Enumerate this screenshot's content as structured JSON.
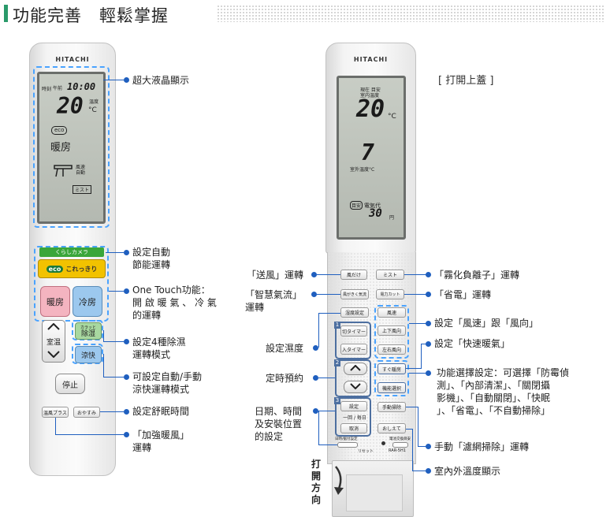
{
  "header": {
    "title": "功能完善　輕鬆掌握"
  },
  "left_remote": {
    "brand": "HITACHI",
    "lcd": {
      "clock": "10:00",
      "am_label": "午前",
      "time_label": "時刻",
      "temp": "20",
      "unit": "°C",
      "setting_label": "温度",
      "eco": "eco",
      "mode": "暖房",
      "fan_label": "風速\n自動",
      "mist": "ミスト"
    },
    "kurashi": "くらしカメラ",
    "eco_btn": {
      "eco": "eco",
      "label": "これっきり"
    },
    "heat": "暖房",
    "cool": "冷房",
    "temp_label": "室温",
    "dehum_small": "カラッと",
    "dehum": "除湿",
    "ryokai": "涼快",
    "stop": "停止",
    "warm_plus": "温風プラス",
    "oyasumi": "おやすみ"
  },
  "right_remote": {
    "brand": "HITACHI",
    "open_label": "[ 打開上蓋 ]",
    "lcd": {
      "room_label": "室内温度",
      "icons": "現在 目安",
      "temp": "20",
      "unit": "°C",
      "outside_val": "7",
      "outside_label": "室外温度°C",
      "cost_label": "電気代",
      "cost_icon": "目安",
      "cost_val": "30",
      "cost_unit": "円"
    },
    "buttons": {
      "fan_only": "風だけ",
      "mist": "ミスト",
      "smart_flow": "風がきく気流",
      "power_cut": "電力カット",
      "humidity": "湿度設定",
      "fan_speed": "風速",
      "timer_off": "切タイマー",
      "updown": "上下風向",
      "timer_on": "入タイマー",
      "leftright": "左右風向",
      "quick_warm": "すぐ暖房",
      "func_select": "機能選択",
      "settings": "設定",
      "manual_clean": "手動掃除",
      "once_daily": "一回 / 毎日",
      "cancel": "取消",
      "show": "おしえて",
      "step1": "1",
      "step2": "2",
      "step3": "3",
      "date_time": "日時/据付設定",
      "reset": "リセット",
      "battery": "電池交換目安",
      "model": "RAR-5H1"
    },
    "open_dir": "打\n開\n方\n向"
  },
  "annotations": {
    "lcd_left": "超大液晶顯示",
    "auto_eco": "設定自動\n節能運轉",
    "one_touch": "One Touch功能：\n開 啟 暖 氣 、 冷 氣\n的運轉",
    "dehum4": "設定4種除濕\n運轉模式",
    "auto_manual": "可設定自動/手動\n涼快運轉模式",
    "sleep": "設定舒眠時間",
    "warm_plus": "「加強暖風」\n運轉",
    "fan_only": "「送風」運轉",
    "smart_flow": "「智慧氣流」\n運轉",
    "humidity": "設定濕度",
    "timer": "定時預約",
    "datetime": "日期、時間\n及安裝位置\n的設定",
    "ion": "「霧化負離子」運轉",
    "power_saving": "「省電」運轉",
    "fan_dir": "設定「風速」跟「風向」",
    "quick_heat": "設定「快速暖氣」",
    "func_select": "功能選擇設定：可選擇「防霉偵\n測」、「內部清潔」、「關閉攝\n影機」、「自動關閉」、「快眠\n」、「省電」、「不自動掃除」",
    "manual_filter": "手動「濾網掃除」運轉",
    "temp_display": "室內外溫度顯示"
  },
  "colors": {
    "accent_green": "#2a9a6a",
    "annotation_blue": "#1f5fbf",
    "highlight_dashed": "#4aa3ff",
    "kurashi_green": "#3aa63a",
    "eco_yellow": "#f2c200",
    "heat_pink": "#f4b4c0",
    "cool_blue": "#9cc8ee"
  }
}
